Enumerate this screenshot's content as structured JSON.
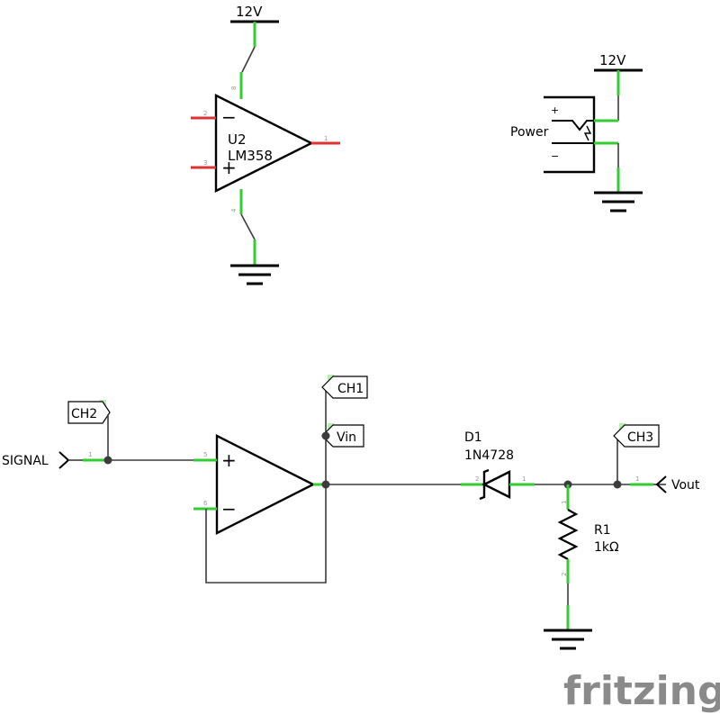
{
  "power": {
    "top_12v": "12V",
    "right_12v": "12V"
  },
  "opamp_top": {
    "ref": "U2",
    "part": "LM358",
    "pins": {
      "p2": "2",
      "p3": "3",
      "p1": "1",
      "p8": "8",
      "p4": "4"
    },
    "minus": "−",
    "plus": "+"
  },
  "power_jack": {
    "label": "Power",
    "plus": "+",
    "minus": "−"
  },
  "bottom_opamp": {
    "pins": {
      "p5": "5",
      "p6": "6"
    },
    "plus": "+",
    "minus": "−"
  },
  "nets": {
    "signal": "SIGNAL",
    "ch1": "CH1",
    "ch2": "CH2",
    "ch3": "CH3",
    "vin": "Vin",
    "vout": "Vout",
    "signal_pin": "1",
    "vout_pin": "1"
  },
  "diode": {
    "ref": "D1",
    "part": "1N4728",
    "pin_a": "2",
    "pin_k": "1"
  },
  "resistor": {
    "ref": "R1",
    "value": "1kΩ",
    "pin1": "1",
    "pin2": "2"
  },
  "logo": "fritzing"
}
